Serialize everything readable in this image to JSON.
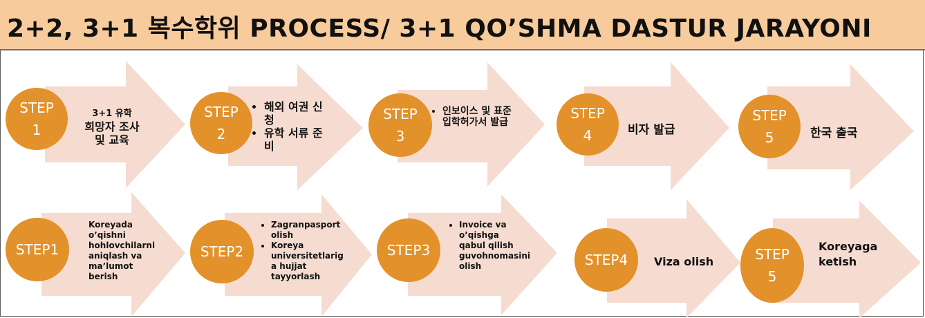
{
  "title": "2+2, 3+1 복수학위 PROCESS/ 3+1 QO’SHMA DASTUR JARAYONI",
  "colors": {
    "title_bg": "#f8cb9c",
    "circle": "#e3912a",
    "arrow": "#f6dcd0"
  },
  "korean_steps": [
    {
      "label_top": "STEP",
      "label_num": "1",
      "lines": [
        "3+1 유학",
        "희망자 조사",
        "및 교육"
      ]
    },
    {
      "label_top": "STEP",
      "label_num": "2",
      "bullets": [
        "해외 여권 신청",
        "유학 서류 준비"
      ]
    },
    {
      "label_top": "STEP",
      "label_num": "3",
      "bullets": [
        "인보이스 및 표준입학허가서 발급"
      ]
    },
    {
      "label_top": "STEP",
      "label_num": "4",
      "lines": [
        "비자 발급"
      ]
    },
    {
      "label_top": "STEP",
      "label_num": "5",
      "lines": [
        "한국 출국"
      ]
    }
  ],
  "uzbek_steps": [
    {
      "label": "STEP1",
      "lines": [
        "Koreyada",
        "o’qishni",
        "hohlovchilarni",
        "aniqlash va",
        "ma’lumot",
        "berish"
      ]
    },
    {
      "label": "STEP2",
      "bullets": [
        "Zagranpasport olish",
        "Koreya universitetlarig a hujjat tayyorlash"
      ]
    },
    {
      "label": "STEP3",
      "bullets": [
        "Invoice va o’qishga qabul qilish guvohnomasini olish"
      ]
    },
    {
      "label": "STEP4",
      "lines": [
        "Viza olish"
      ]
    },
    {
      "label_top": "STEP",
      "label_num": "5",
      "lines": [
        "Koreyaga",
        "ketish"
      ]
    }
  ]
}
